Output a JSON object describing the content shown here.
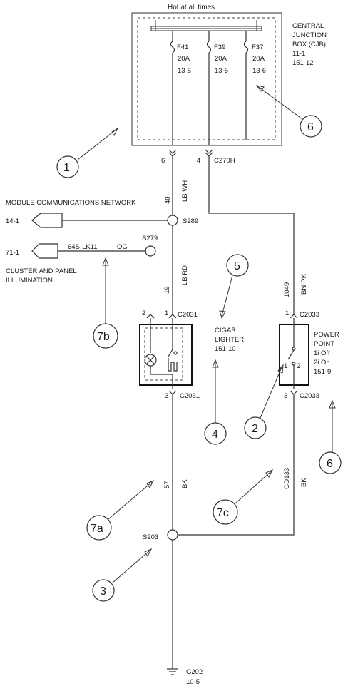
{
  "cjb": {
    "hot_label": "Hot at all times",
    "title_line1": "CENTRAL",
    "title_line2": "JUNCTION",
    "title_line3": "BOX (CJB)",
    "ref1": "11-1",
    "ref2": "151-12",
    "fuses": [
      {
        "name": "F41",
        "rating": "20A",
        "ref": "13-5"
      },
      {
        "name": "F39",
        "rating": "20A",
        "ref": "13-5"
      },
      {
        "name": "F37",
        "rating": "20A",
        "ref": "13-6"
      }
    ],
    "pin_left": "6",
    "pin_right": "4",
    "connector": "C270H"
  },
  "wires": {
    "main_circuit": "40",
    "main_color": "LB WH",
    "lighter_circuit": "19",
    "lighter_color": "LB RD",
    "power_circuit": "1049",
    "power_color": "BN-PK",
    "ground_circuit_left": "57",
    "ground_color_left": "BK",
    "ground_circuit_right": "GD133",
    "ground_color_right": "BK",
    "illum_circuit": "64S-LK11",
    "illum_color": "OG"
  },
  "splices": {
    "s289": "S289",
    "s279": "S279",
    "s203": "S203"
  },
  "network": {
    "label": "MODULE COMMUNICATIONS NETWORK",
    "ref": "14-1"
  },
  "cluster": {
    "ref": "71-1",
    "label_line1": "CLUSTER AND PANEL",
    "label_line2": "ILLUMINATION"
  },
  "lighter": {
    "title_line1": "CIGAR",
    "title_line2": "LIGHTER",
    "ref": "151-10",
    "pin2": "2",
    "pin1": "1",
    "pin3": "3",
    "conn_top": "C2031",
    "conn_bottom": "C2031"
  },
  "power_point": {
    "title_line1": "POWER",
    "title_line2": "POINT",
    "line3": "1i Off",
    "line4": "2i On",
    "ref": "151-9",
    "pin1": "1",
    "pin3": "3",
    "inner1": "1",
    "inner2": "2",
    "conn_top": "C2033",
    "conn_bottom": "C2033"
  },
  "ground": {
    "name": "G202",
    "ref": "10-5"
  },
  "callouts": [
    "1",
    "2",
    "3",
    "4",
    "5",
    "6",
    "6",
    "7a",
    "7b",
    "7c"
  ]
}
